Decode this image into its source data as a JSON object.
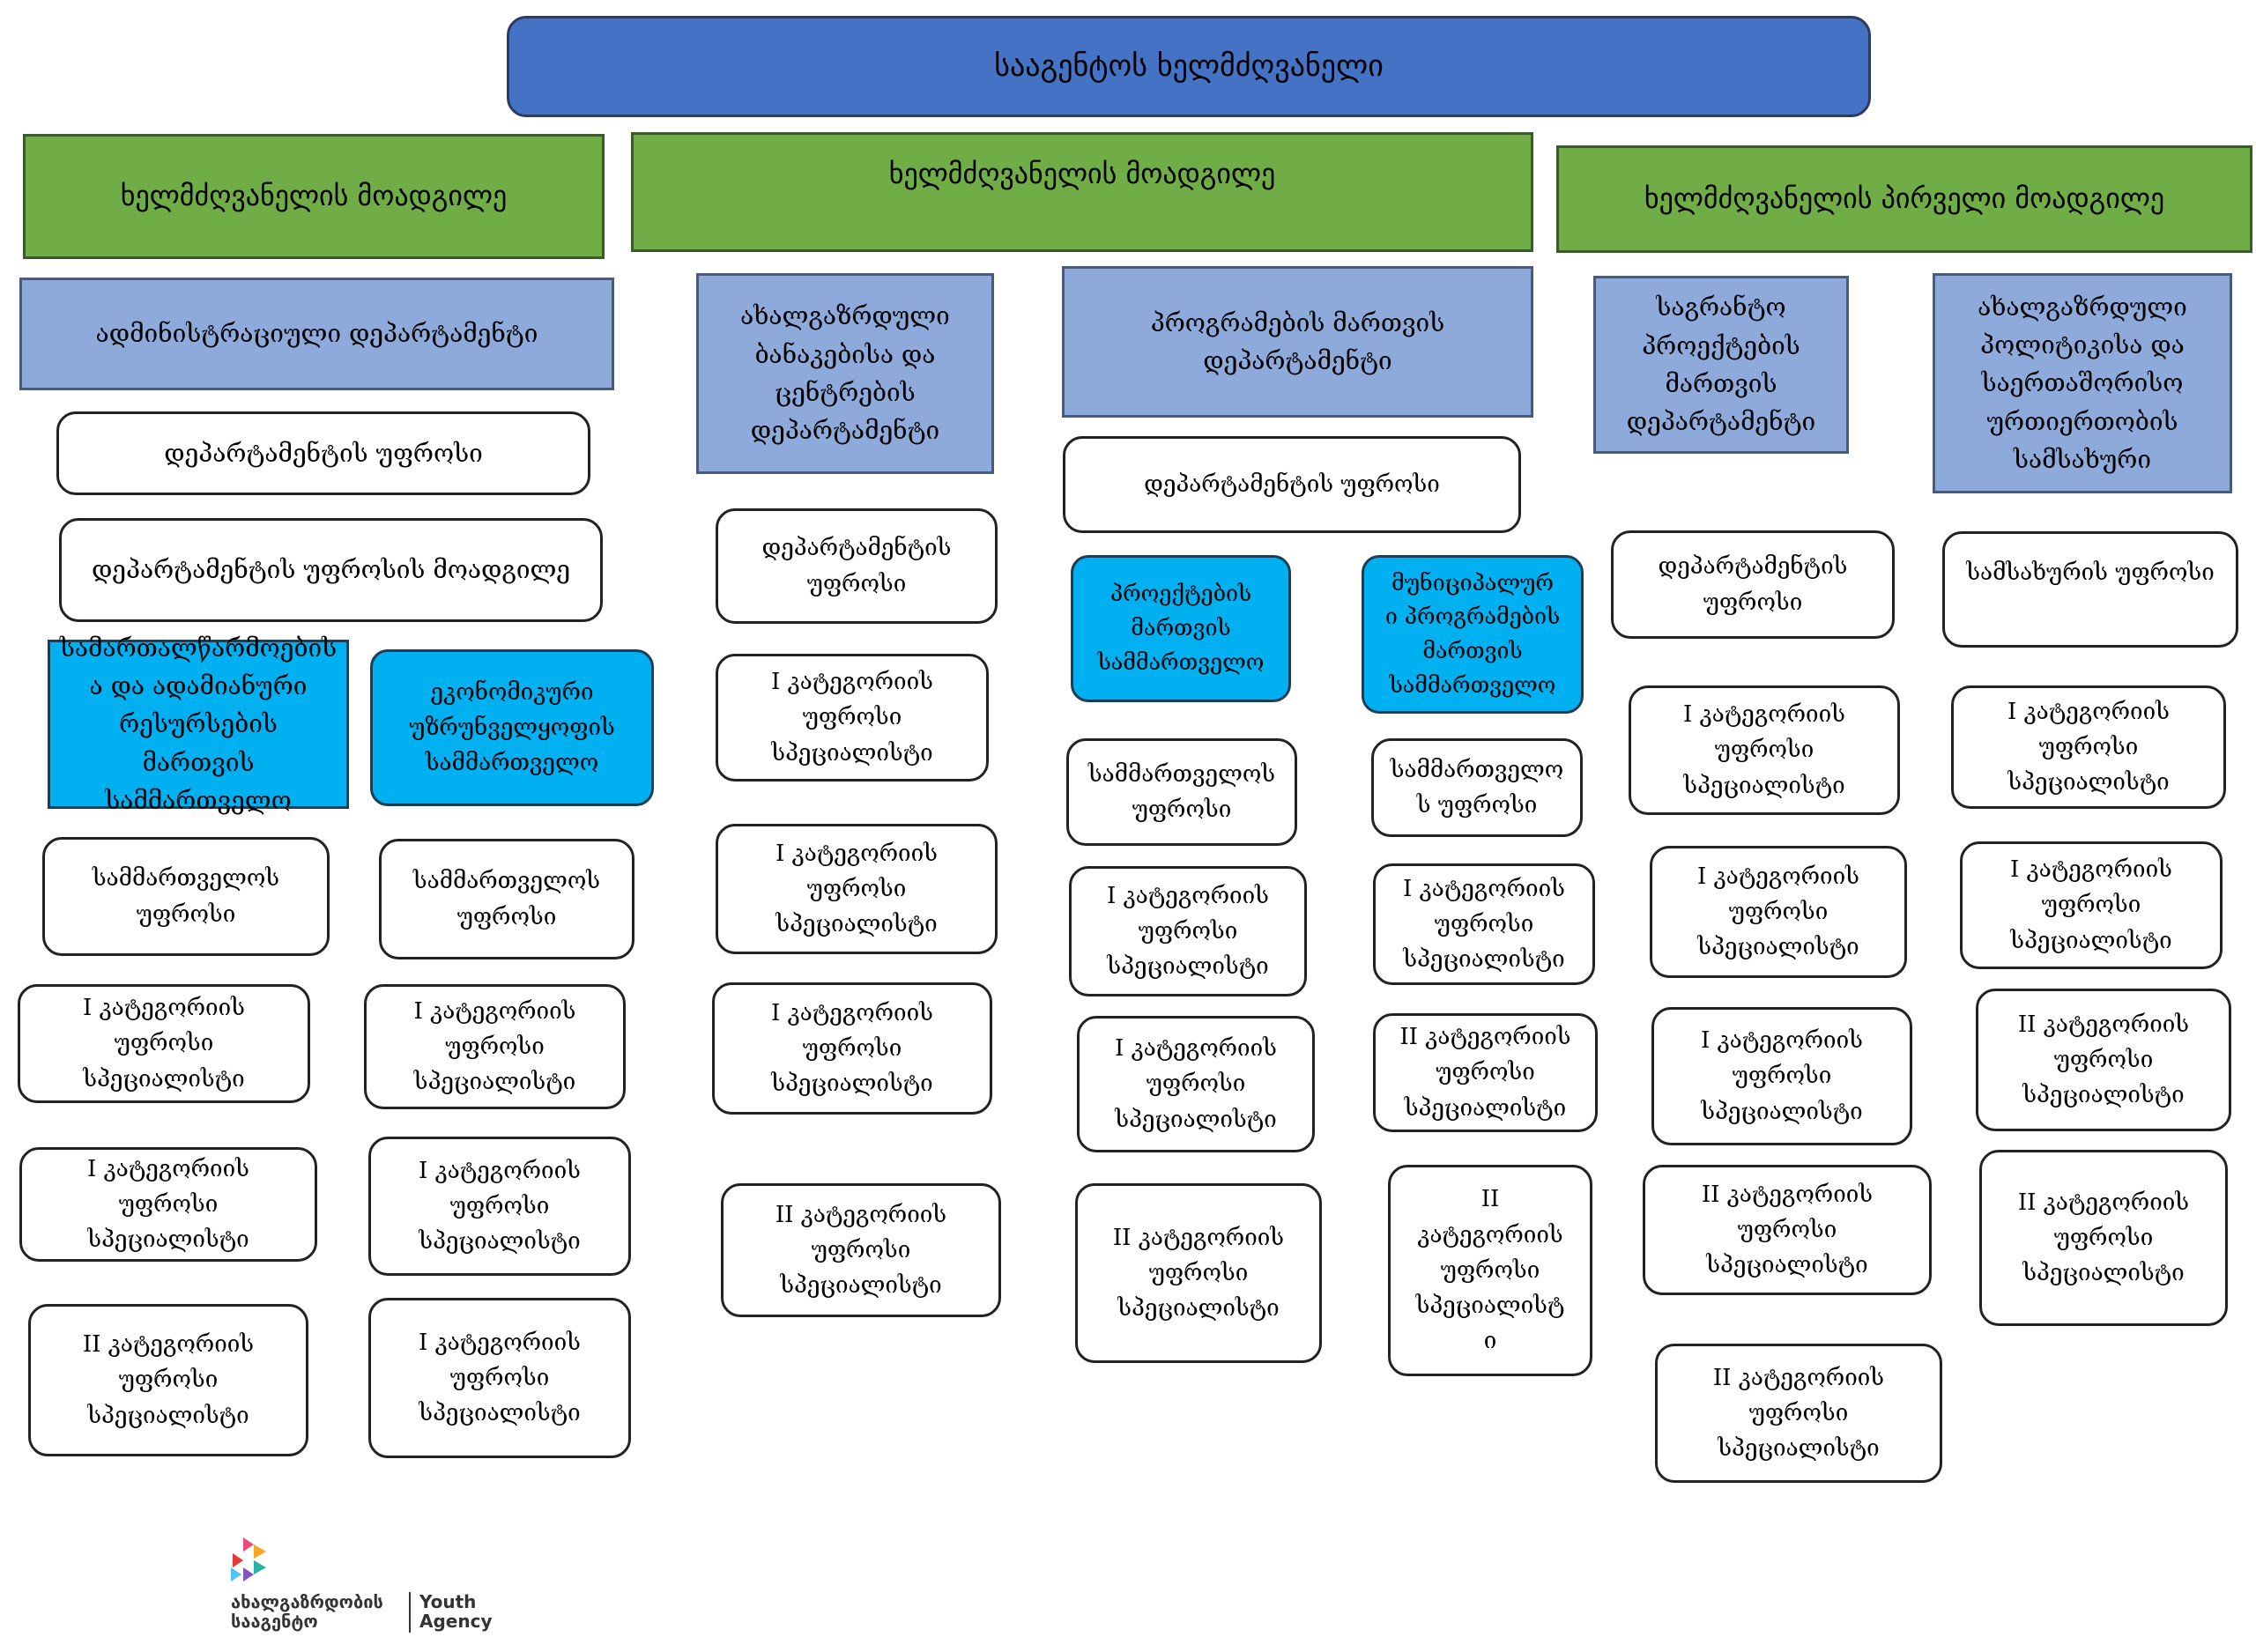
{
  "top": {
    "label": "სააგენტოს ხელმძღვანელი"
  },
  "deputies": [
    {
      "label": "ხელმძღვანელის მოადგილე"
    },
    {
      "label": "ხელმძღვანელის მოადგილე"
    },
    {
      "label": "ხელმძღვანელის  პირველი მოადგილე"
    }
  ],
  "departments": [
    {
      "label": "ადმინისტრაციული დეპარტამენტი"
    },
    {
      "label": "ახალგაზრდული\nბანაკებისა და\nცენტრების\nდეპარტამენტი"
    },
    {
      "label": "პროგრამების მართვის\nდეპარტამენტი"
    },
    {
      "label": "საგრანტო\nპროექტების\nმართვის\nდეპარტამენტი"
    },
    {
      "label": "ახალგაზრდული\nპოლიტიკისა და\nსაერთაშორისო\nურთიერთობის\nსამსახური"
    }
  ],
  "services": [
    {
      "label": "სამართალწარმოების\nა და ადამიანური\nრესურსების მართვის\nსამმართველო"
    },
    {
      "label": "ეკონომიკური\nუზრუნველყოფის\nსამმართველო"
    },
    {
      "label": "პროექტების\nმართვის\nსამმართველო"
    },
    {
      "label": "მუნიციპალურ\nი პროგრამების\nმართვის\nსამმართველო"
    }
  ],
  "positions": {
    "admin_head": "დეპარტამენტის უფროსი",
    "admin_deputy": "დეპარტამენტის უფროსის  მოადგილე",
    "a1": [
      "სამმართველოს\nუფროსი",
      "I კატეგორიის\nუფროსი\nსპეციალისტი",
      "I კატეგორიის უფროსი\nსპეციალისტი",
      "II კატეგორიის\nუფროსი\nსპეციალისტი"
    ],
    "a2": [
      "სამმართველოს\nუფროსი",
      "I კატეგორიის\nუფროსი\nსპეციალისტი",
      "I კატეგორიის\nუფროსი\nსპეციალისტი",
      "I კატეგორიის\nუფროსი\nსპეციალისტი"
    ],
    "camps": [
      "დეპარტამენტის\nუფროსი",
      "I კატეგორიის\nუფროსი\nსპეციალისტი",
      "I კატეგორიის\nუფროსი\nსპეციალისტი",
      "I კატეგორიის\nუფროსი\nსპეციალისტი",
      "II კატეგორიის\nუფროსი\nსპეციალისტი"
    ],
    "prog_head": "დეპარტამენტის უფროსი",
    "p1": [
      "სამმართველოს\nუფროსი",
      "I კატეგორიის\nუფროსი\nსპეციალისტი",
      "I კატეგორიის\nუფროსი\nსპეციალისტი",
      "II კატეგორიის\nუფროსი\nსპეციალისტი"
    ],
    "p2": [
      "სამმართველო\nს უფროსი",
      "I კატეგორიის\nუფროსი\nსპეციალისტი",
      "II კატეგორიის\nუფროსი\nსპეციალისტი",
      "II\nკატეგორიის\nუფროსი\nსპეციალისტ\nი"
    ],
    "grants": [
      "დეპარტამენტის\nუფროსი",
      "I კატეგორიის\nუფროსი\nსპეციალისტი",
      "I კატეგორიის\nუფროსი\nსპეციალისტი",
      "I კატეგორიის\nუფროსი\nსპეციალისტი",
      "II კატეგორიის\nუფროსი\nსპეციალისტი",
      "II კატეგორიის\nუფროსი\nსპეციალისტი"
    ],
    "policy": [
      "სამსახურის უფროსი",
      "I კატეგორიის\nუფროსი\nსპეციალისტი",
      "I კატეგორიის\nუფროსი\nსპეციალისტი",
      "II კატეგორიის\nუფროსი\nსპეციალისტი",
      "II კატეგორიის\nუფროსი\nსპეციალისტი"
    ]
  },
  "logo": {
    "ka": "ახალგაზრდობის\nსააგენტო",
    "en": "Youth\nAgency"
  },
  "colors": {
    "top": "#4472c4",
    "deputy": "#70ad47",
    "department": "#8eaadb",
    "service": "#00b0f0"
  }
}
